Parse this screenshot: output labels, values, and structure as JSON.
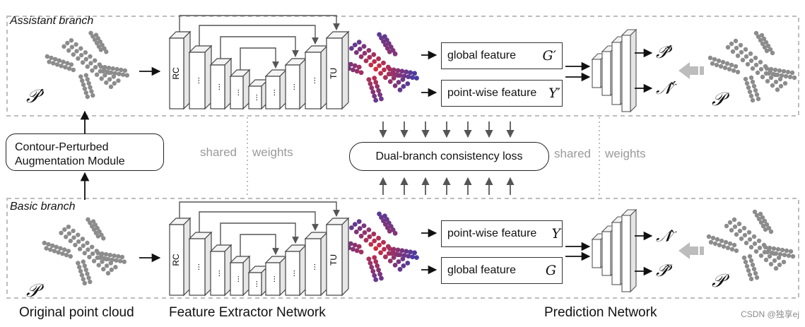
{
  "branches": {
    "assistant": "Assistant branch",
    "basic": "Basic branch"
  },
  "module": {
    "line1": "Contour-Perturbed",
    "line2": "Augmentation  Module"
  },
  "shared_weights": [
    "shared",
    "weights"
  ],
  "loss_label": "Dual-branch consistency loss",
  "extractor_labels": {
    "first": "RC",
    "last": "TU",
    "dots": "..."
  },
  "features": {
    "top_global": {
      "text": "global feature",
      "symbol": "G′"
    },
    "top_point": {
      "text": "point-wise feature",
      "symbol": "Y′"
    },
    "bot_point": {
      "text": "point-wise feature",
      "symbol": "Y"
    },
    "bot_global": {
      "text": "global feature",
      "symbol": "G"
    }
  },
  "symbols": {
    "p_prime": "𝒫′",
    "p": "𝒫",
    "p_hat_prime": "𝒫̂′",
    "n_hat_prime": "𝒩̂′",
    "n_hat": "𝒩̂",
    "p_hat": "𝒫̂"
  },
  "bottom_labels": {
    "original": "Original point cloud",
    "extractor": "Feature Extractor Network",
    "prediction": "Prediction Network"
  },
  "watermark": "CSDN @独享ej",
  "colors": {
    "point_grey": "#8c8c8c",
    "dashed": "#bdbdbd",
    "red": "#d42a3a",
    "blue": "#2d3fb8"
  }
}
